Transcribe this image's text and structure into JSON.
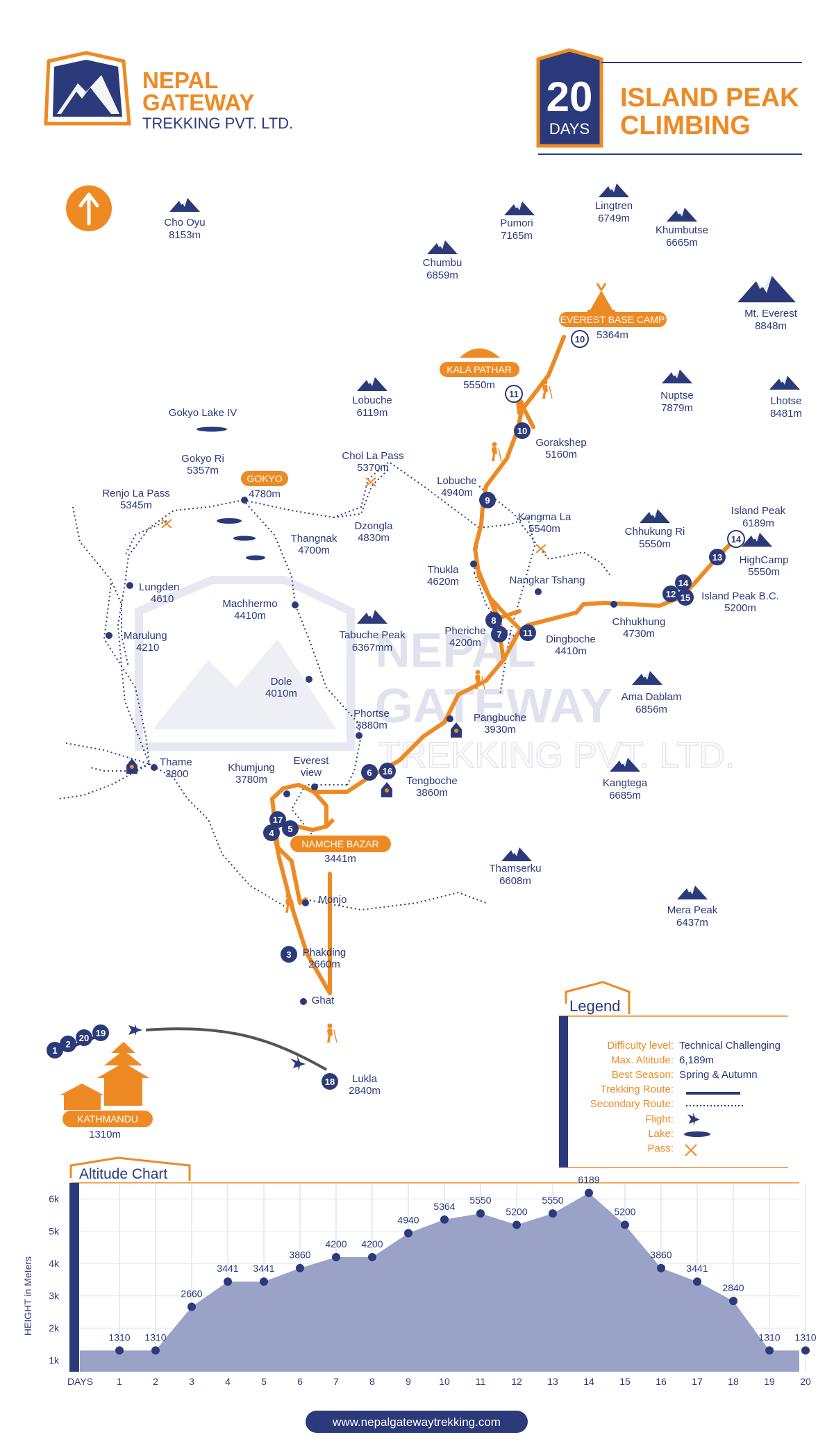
{
  "brand": {
    "line1": "NEPAL",
    "line2": "GATEWAY",
    "line3": "TREKKING PVT. LTD."
  },
  "trip": {
    "days_number": "20",
    "days_label": "DAYS",
    "title_line1": "ISLAND PEAK",
    "title_line2": "CLIMBING"
  },
  "watermark": {
    "line1": "NEPAL",
    "line2": "GATEWAY",
    "line3": "TREKKING PVT. LTD."
  },
  "peaks": [
    {
      "name": "Cho Oyu",
      "alt": "8153m"
    },
    {
      "name": "Pumori",
      "alt": "7165m"
    },
    {
      "name": "Lingtren",
      "alt": "6749m"
    },
    {
      "name": "Khumbutse",
      "alt": "6665m"
    },
    {
      "name": "Chumbu",
      "alt": "6859m"
    },
    {
      "name": "Mt. Everest",
      "alt": "8848m"
    },
    {
      "name": "Nuptse",
      "alt": "7879m"
    },
    {
      "name": "Lhotse",
      "alt": "8481m"
    },
    {
      "name": "Lobuche",
      "alt": "6119m"
    },
    {
      "name": "Chhukung Ri",
      "alt": "5550m"
    },
    {
      "name": "Island Peak",
      "alt": "6189m"
    },
    {
      "name": "Tabuche Peak",
      "alt": "6367mm"
    },
    {
      "name": "Ama Dablam",
      "alt": "6856m"
    },
    {
      "name": "Kangtega",
      "alt": "6685m"
    },
    {
      "name": "Thamserku",
      "alt": "6608m"
    },
    {
      "name": "Mera Peak",
      "alt": "6437m"
    }
  ],
  "places": [
    {
      "name": "Gokyo Lake IV",
      "alt": ""
    },
    {
      "name": "Gokyo Ri",
      "alt": "5357m"
    },
    {
      "name": "Renjo La Pass",
      "alt": "5345m"
    },
    {
      "name": "Chol La Pass",
      "alt": "5370m"
    },
    {
      "name": "Dzongla",
      "alt": "4830m"
    },
    {
      "name": "Thangnak",
      "alt": "4700m"
    },
    {
      "name": "Lungden",
      "alt": "4610"
    },
    {
      "name": "Machhermo",
      "alt": "4410m"
    },
    {
      "name": "Marulung",
      "alt": "4210"
    },
    {
      "name": "Dole",
      "alt": "4010m"
    },
    {
      "name": "Phortse",
      "alt": "3880m"
    },
    {
      "name": "Thame",
      "alt": "3800"
    },
    {
      "name": "Khumjung",
      "alt": "3780m"
    },
    {
      "name": "Everest",
      "alt": "view"
    },
    {
      "name": "Gorakshep",
      "alt": "5160m"
    },
    {
      "name": "Lobuche",
      "alt": "4940m"
    },
    {
      "name": "Kongma La",
      "alt": "5540m"
    },
    {
      "name": "Thukla",
      "alt": "4620m"
    },
    {
      "name": "Nangkar Tshang",
      "alt": ""
    },
    {
      "name": "Pheriche",
      "alt": "4200m"
    },
    {
      "name": "Dingboche",
      "alt": "4410m"
    },
    {
      "name": "Chhukhung",
      "alt": "4730m"
    },
    {
      "name": "HighCamp",
      "alt": "5550m"
    },
    {
      "name": "Island Peak B.C.",
      "alt": "5200m"
    },
    {
      "name": "Pangbuche",
      "alt": "3930m"
    },
    {
      "name": "Tengboche",
      "alt": "3860m"
    },
    {
      "name": "Monjo",
      "alt": ""
    },
    {
      "name": "Phakding",
      "alt": "2660m"
    },
    {
      "name": "Ghat",
      "alt": ""
    },
    {
      "name": "Lukla",
      "alt": "2840m"
    }
  ],
  "badges": [
    {
      "label": "EVEREST BASE CAMP",
      "alt": "5364m"
    },
    {
      "label": "KALA PATHAR",
      "alt": "5550m"
    },
    {
      "label": "GOKYO",
      "alt": "4780m"
    },
    {
      "label": "NAMCHE BAZAR",
      "alt": "3441m"
    },
    {
      "label": "KATHMANDU",
      "alt": "1310m"
    }
  ],
  "stops": [
    "10",
    "11",
    "10",
    "9",
    "8",
    "7",
    "11",
    "14",
    "13",
    "14",
    "12",
    "15",
    "6",
    "16",
    "17",
    "5",
    "4",
    "3",
    "18",
    "1",
    "2",
    "20",
    "19"
  ],
  "legend": {
    "title": "Legend",
    "rows": [
      {
        "key": "Difficulty level:",
        "value": "Technical Challenging"
      },
      {
        "key": "Max. Altitude:",
        "value": "6,189m"
      },
      {
        "key": "Best Season:",
        "value": "Spring & Autumn"
      },
      {
        "key": "Trekking Route:",
        "value": ""
      },
      {
        "key": "Secondary Route:",
        "value": ""
      },
      {
        "key": "Flight:",
        "value": ""
      },
      {
        "key": "Lake:",
        "value": ""
      },
      {
        "key": "Pass:",
        "value": ""
      }
    ]
  },
  "colors": {
    "navy": "#2b3a7a",
    "orange": "#ee8a24",
    "fill": "#9aa2c8"
  },
  "chart_data": {
    "type": "area",
    "title": "Altitude Chart",
    "xlabel": "DAYS",
    "ylabel": "HEIGHT in Meters",
    "x": [
      1,
      2,
      3,
      4,
      5,
      6,
      7,
      8,
      9,
      10,
      11,
      12,
      13,
      14,
      15,
      16,
      17,
      18,
      19,
      20
    ],
    "values": [
      1310,
      1310,
      2660,
      3441,
      3441,
      3860,
      4200,
      4200,
      4940,
      5364,
      5550,
      5200,
      5550,
      6189,
      5200,
      3860,
      3441,
      2840,
      1310,
      1310
    ],
    "yticks": [
      "1k",
      "2k",
      "3k",
      "4k",
      "5k",
      "6k"
    ],
    "ylim": [
      650,
      6500
    ],
    "grid": true
  },
  "footer": {
    "url": "www.nepalgatewaytrekking.com"
  }
}
